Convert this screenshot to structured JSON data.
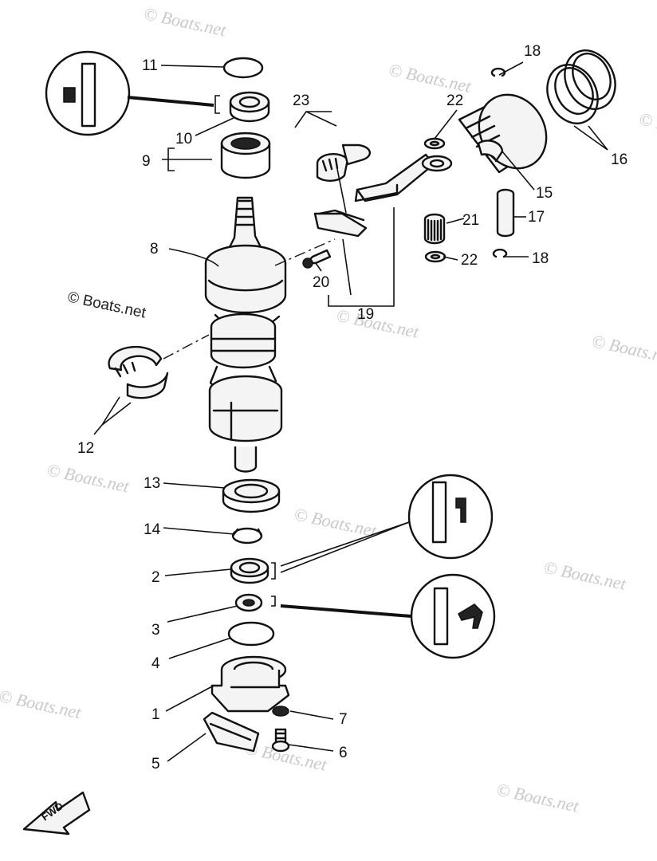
{
  "watermark": "© Boats.net",
  "callouts": {
    "c1": "1",
    "c2": "2",
    "c3": "3",
    "c4": "4",
    "c5": "5",
    "c6": "6",
    "c7": "7",
    "c8": "8",
    "c9": "9",
    "c10": "10",
    "c11": "11",
    "c12": "12",
    "c13": "13",
    "c14": "14",
    "c15": "15",
    "c16": "16",
    "c17": "17",
    "c18a": "18",
    "c18b": "18",
    "c19": "19",
    "c20": "20",
    "c21": "21",
    "c22a": "22",
    "c22b": "22",
    "c23": "23"
  },
  "fwd_label": "FWD"
}
